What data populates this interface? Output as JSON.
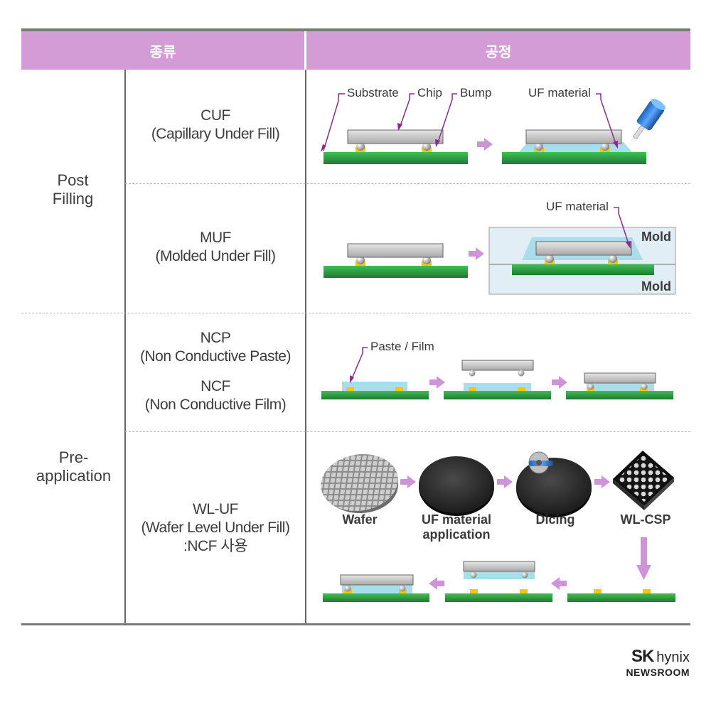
{
  "header": {
    "col_type": "종류",
    "col_process": "공정"
  },
  "categories": {
    "post_filling": "Post\nFilling",
    "pre_application": "Pre-\napplication"
  },
  "rows": {
    "cuf": "CUF\n(Capillary Under Fill)",
    "muf": "MUF\n(Molded Under Fill)",
    "ncp": "NCP\n(Non Conductive Paste)",
    "ncf": "NCF\n(Non Conductive Film)",
    "wluf": "WL-UF\n(Wafer Level Under Fill)\n:NCF 사용"
  },
  "labels": {
    "substrate": "Substrate",
    "chip": "Chip",
    "bump": "Bump",
    "uf_material": "UF material",
    "mold": "Mold",
    "paste_film": "Paste / Film",
    "wafer": "Wafer",
    "uf_application": "UF material\napplication",
    "dicing": "Dicing",
    "wl_csp": "WL-CSP"
  },
  "brand": {
    "sk": "SK",
    "hynix": "hynix",
    "newsroom": "NEWSROOM"
  },
  "colors": {
    "header": "#d39cd6",
    "substrate": "#2e9a3f",
    "arrow": "#cf93d8",
    "uf": "#a8dde9",
    "bump_pad": "#f2c800"
  }
}
